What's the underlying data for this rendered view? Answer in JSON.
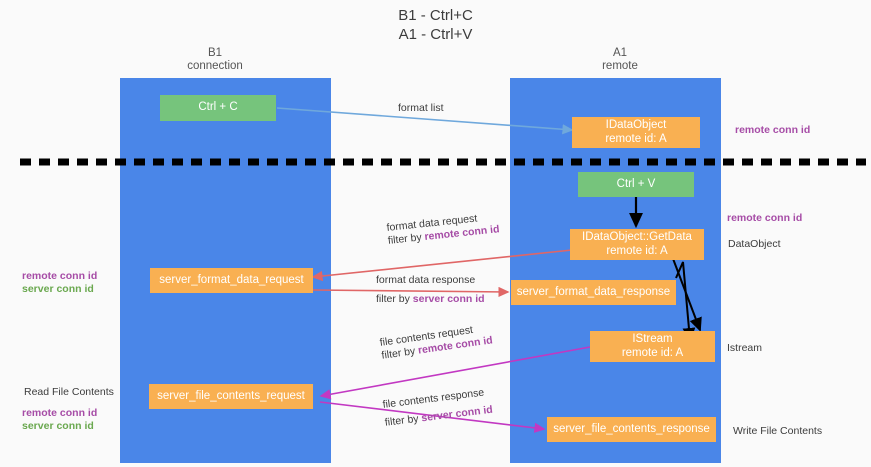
{
  "title": {
    "line1": "B1 - Ctrl+C",
    "line2": "A1 - Ctrl+V"
  },
  "columns": [
    {
      "name": "B1",
      "role": "connection"
    },
    {
      "name": "A1",
      "role": "remote"
    }
  ],
  "colors": {
    "lane": "#4a86e8",
    "green_box": "#76c47c",
    "orange_box": "#f9b052",
    "remote_conn_id": "#a64ca6",
    "server_conn_id": "#6aa84f",
    "arrow_blue": "#6fa8dc",
    "arrow_red": "#e06666",
    "arrow_magenta": "#c238c2",
    "arrow_black": "#000000",
    "divider": "#000000"
  },
  "boxes": {
    "ctrl_c": {
      "line1": "Ctrl + C"
    },
    "ctrl_v": {
      "line1": "Ctrl + V"
    },
    "idataobject": {
      "line1": "IDataObject",
      "line2": "remote id: A"
    },
    "getdata": {
      "line1": "IDataObject::GetData",
      "line2": "remote id: A"
    },
    "istream": {
      "line1": "IStream",
      "line2": "remote id: A"
    },
    "server_format_data_request": {
      "line1": "server_format_data_request"
    },
    "server_format_data_response": {
      "line1": "server_format_data_response"
    },
    "server_file_contents_request": {
      "line1": "server_file_contents_request"
    },
    "server_file_contents_response": {
      "line1": "server_file_contents_response"
    }
  },
  "edge_labels": {
    "format_list": "format list",
    "format_data_request": {
      "line1": "format data request",
      "prefix": "filter by ",
      "id": "remote conn id"
    },
    "format_data_response": {
      "line1": "format data response",
      "prefix": "filter by ",
      "id": "server conn id"
    },
    "file_contents_request": {
      "line1": "file contents request",
      "prefix": "filter by ",
      "id": "remote conn id"
    },
    "file_contents_response": {
      "line1": "file contents response",
      "prefix": "filter by ",
      "id": "server conn id"
    }
  },
  "annotations": {
    "remote_conn_id_top": "remote conn id",
    "remote_conn_id_mid": "remote conn id",
    "dataobject": "DataObject",
    "istream_label": "Istream",
    "write_file_contents": "Write File Contents",
    "read_file_contents": "Read File Contents",
    "left_remote_conn_id_mid": "remote conn id",
    "left_server_conn_id_mid": "server conn id",
    "left_remote_conn_id_bottom": "remote conn id",
    "left_server_conn_id_bottom": "server conn id"
  }
}
